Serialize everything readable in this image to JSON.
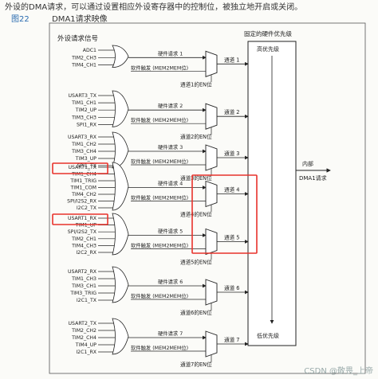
{
  "header": {
    "intro_text": "外设的DMA请求，可以通过设置相应外设寄存器中的控制位，被独立地开启或关闭。",
    "figure_number": "图22",
    "figure_title": "DMA1请求映像"
  },
  "diagram": {
    "signals_title": "外设请求信号",
    "priority_box_title": "固定的硬件优先级",
    "high_priority": "高优先级",
    "low_priority": "低优先级",
    "output_label_1": "内部",
    "output_label_2": "DMA1请求",
    "hw_request_prefix": "硬件请求",
    "sw_trigger": "软件触发 (MEM2MEM位)",
    "channel_prefix": "通道",
    "en_suffix": "的EN位",
    "groups": [
      {
        "signals": [
          "ADC1",
          "TIM2_CH3",
          "TIM4_CH1"
        ],
        "channel": "1"
      },
      {
        "signals": [
          "USART3_TX",
          "TIM1_CH1",
          "TIM2_UP",
          "TIM3_CH3",
          "SPI1_RX"
        ],
        "channel": "2"
      },
      {
        "signals": [
          "USART3_RX",
          "TIM1_CH2",
          "TIM3_CH4",
          "TIM3_UP",
          "SPI1_TX"
        ],
        "channel": "3"
      },
      {
        "signals": [
          "USART1_TX",
          "TIM1_CH4",
          "TIM1_TRIG",
          "TIM1_COM",
          "TIM4_CH2",
          "SPI/I2S2_RX",
          "I2C2_TX"
        ],
        "channel": "4"
      },
      {
        "signals": [
          "USART1_RX",
          "TIM1_UP",
          "SPI/I2S2_TX",
          "TIM2_CH1",
          "TIM4_CH3",
          "I2C2_RX"
        ],
        "channel": "5"
      },
      {
        "signals": [
          "USART2_RX",
          "TIM1_CH3",
          "TIM3_CH1",
          "TIM3_TRIG",
          "I2C1_TX"
        ],
        "channel": "6"
      },
      {
        "signals": [
          "USART2_TX",
          "TIM2_CH2",
          "TIM2_CH4",
          "TIM4_UP",
          "I2C1_RX"
        ],
        "channel": "7"
      }
    ]
  },
  "watermark": "CSDN @敬畏_上帝",
  "colors": {
    "highlight": "#e8322b",
    "line": "#222222"
  }
}
